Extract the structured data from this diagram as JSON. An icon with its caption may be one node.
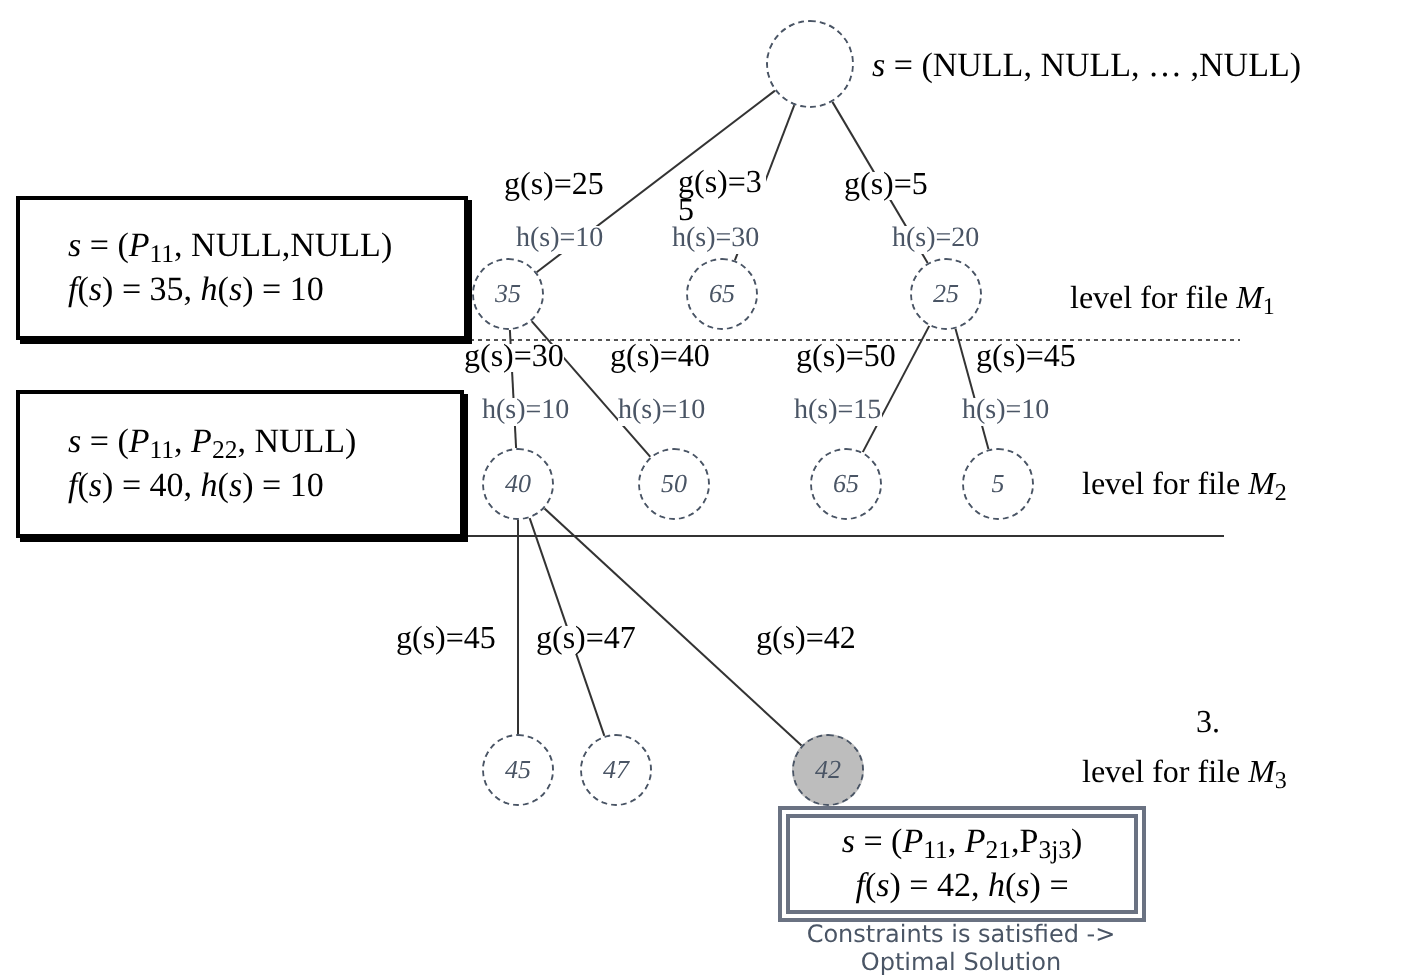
{
  "diagram": {
    "nodes": [
      {
        "text": [],
        "shape": "circle",
        "beside": [
          "*s* = (NULL, NULL, … ,NULL)"
        ]
      },
      {
        "text": [
          "35"
        ],
        "beside": [
          "h(s)=10"
        ]
      },
      {
        "text": [
          "65"
        ],
        "beside": [
          "h(s)=30"
        ]
      },
      {
        "text": [
          "25"
        ],
        "beside": [
          "h(s)=20"
        ]
      },
      {
        "text": [
          "40"
        ],
        "beside": [
          "h(s)=10"
        ]
      },
      {
        "text": [
          "50"
        ],
        "beside": [
          "h(s)=10"
        ]
      },
      {
        "text": [
          "65"
        ],
        "beside": [
          "h(s)=15"
        ]
      },
      {
        "text": [
          "5"
        ],
        "beside": [
          "h(s)=10"
        ]
      },
      {
        "text": [
          "45"
        ]
      },
      {
        "text": [
          "47"
        ]
      },
      {
        "text": [
          "42"
        ]
      },
      {
        "text": [
          "*s* = (*P*$_{11}$, NULL,NULL)",
          "*f*(*s*) = 35, *h*(*s*) = 10"
        ]
      },
      {
        "text": [
          "*s* = (*P*$_{11}$, *P*$_{22}$, NULL)",
          "*f*(*s*) = 40, *h*(*s*) = 10"
        ]
      },
      {
        "text": [
          "*s* = (*P*$_{11}$, *P*$_{21}$,P$_{3j3}$)",
          "*f*(*s*) = 42, *h*(*s*) ="
        ],
        "beside": [
          "Constraints is satisfied -> Optimal Solution"
        ]
      }
    ],
    "edges": [
      {
        "from": 0,
        "to": 1,
        "arrow": "none",
        "label": "g(s)=25"
      },
      {
        "from": 0,
        "to": 2,
        "arrow": "none",
        "label": "g(s)=35"
      },
      {
        "from": 0,
        "to": 3,
        "arrow": "none",
        "label": "g(s)=5"
      },
      {
        "from": 1,
        "to": 4,
        "arrow": "none",
        "label": "g(s)=30"
      },
      {
        "from": 1,
        "to": 5,
        "arrow": "none",
        "label": "g(s)=40"
      },
      {
        "from": 3,
        "to": 6,
        "arrow": "none",
        "label": "g(s)=50"
      },
      {
        "from": 3,
        "to": 7,
        "arrow": "none",
        "label": "g(s)=45"
      },
      {
        "from": 4,
        "to": 8,
        "arrow": "none",
        "label": "g(s)=45"
      },
      {
        "from": 4,
        "to": 9,
        "arrow": "none",
        "label": "g(s)=47"
      },
      {
        "from": 4,
        "to": 10,
        "arrow": "none",
        "label": "g(s)=42"
      }
    ],
    "labels": [
      "level for file *M*$_{1}$",
      "level for file *M*$_{2}$",
      "level for file *M*$_{3}$",
      "3."
    ]
  }
}
